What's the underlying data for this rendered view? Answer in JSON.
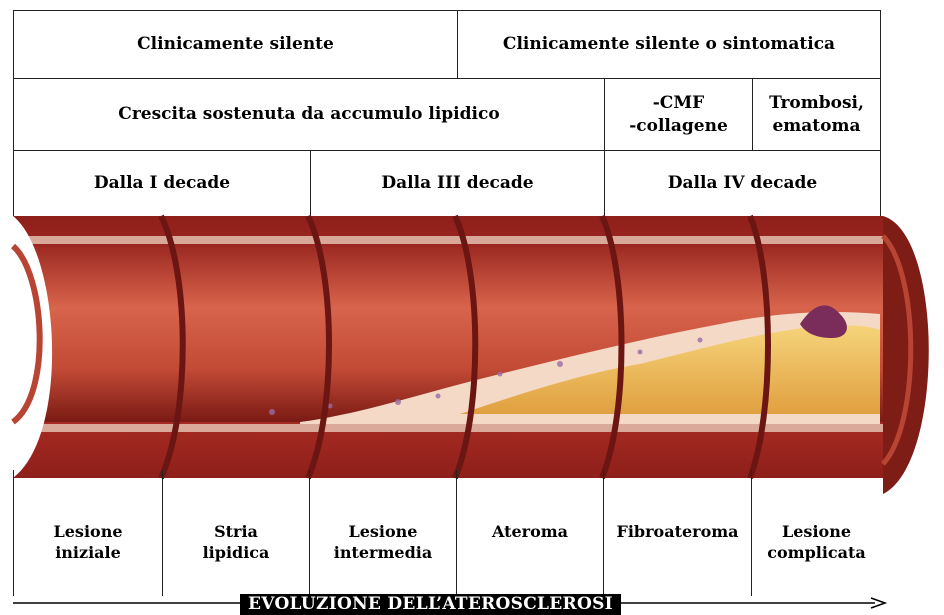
{
  "phase_row": [
    {
      "label": "Clinicamente silente"
    },
    {
      "label": "Clinicamente silente o sintomatica"
    }
  ],
  "process_row": [
    {
      "lines": [
        "Crescita sostenuta da accumulo lipidico"
      ]
    },
    {
      "lines": [
        "-CMF",
        "-collagene"
      ]
    },
    {
      "lines": [
        "Trombosi,",
        "ematoma"
      ]
    }
  ],
  "onset_row": [
    {
      "label": "Dalla I decade"
    },
    {
      "label": "Dalla III decade"
    },
    {
      "label": "Dalla IV decade"
    }
  ],
  "stages": [
    {
      "lines": [
        "Lesione",
        "iniziale"
      ]
    },
    {
      "lines": [
        "Stria",
        "lipidica"
      ]
    },
    {
      "lines": [
        "Lesione",
        "intermedia"
      ]
    },
    {
      "lines": [
        "Ateroma"
      ]
    },
    {
      "lines": [
        "Fibroateroma"
      ]
    },
    {
      "lines": [
        "Lesione",
        "complicata"
      ]
    }
  ],
  "title": "EVOLUZIONE DELL’ATEROSCLEROSI",
  "colors": {
    "vessel_wall": "#b5322a",
    "lumen": "#c8503c",
    "plaque": "#f0c060",
    "cap": "#f3d9c6",
    "adventitia": "#8e1f1a"
  }
}
